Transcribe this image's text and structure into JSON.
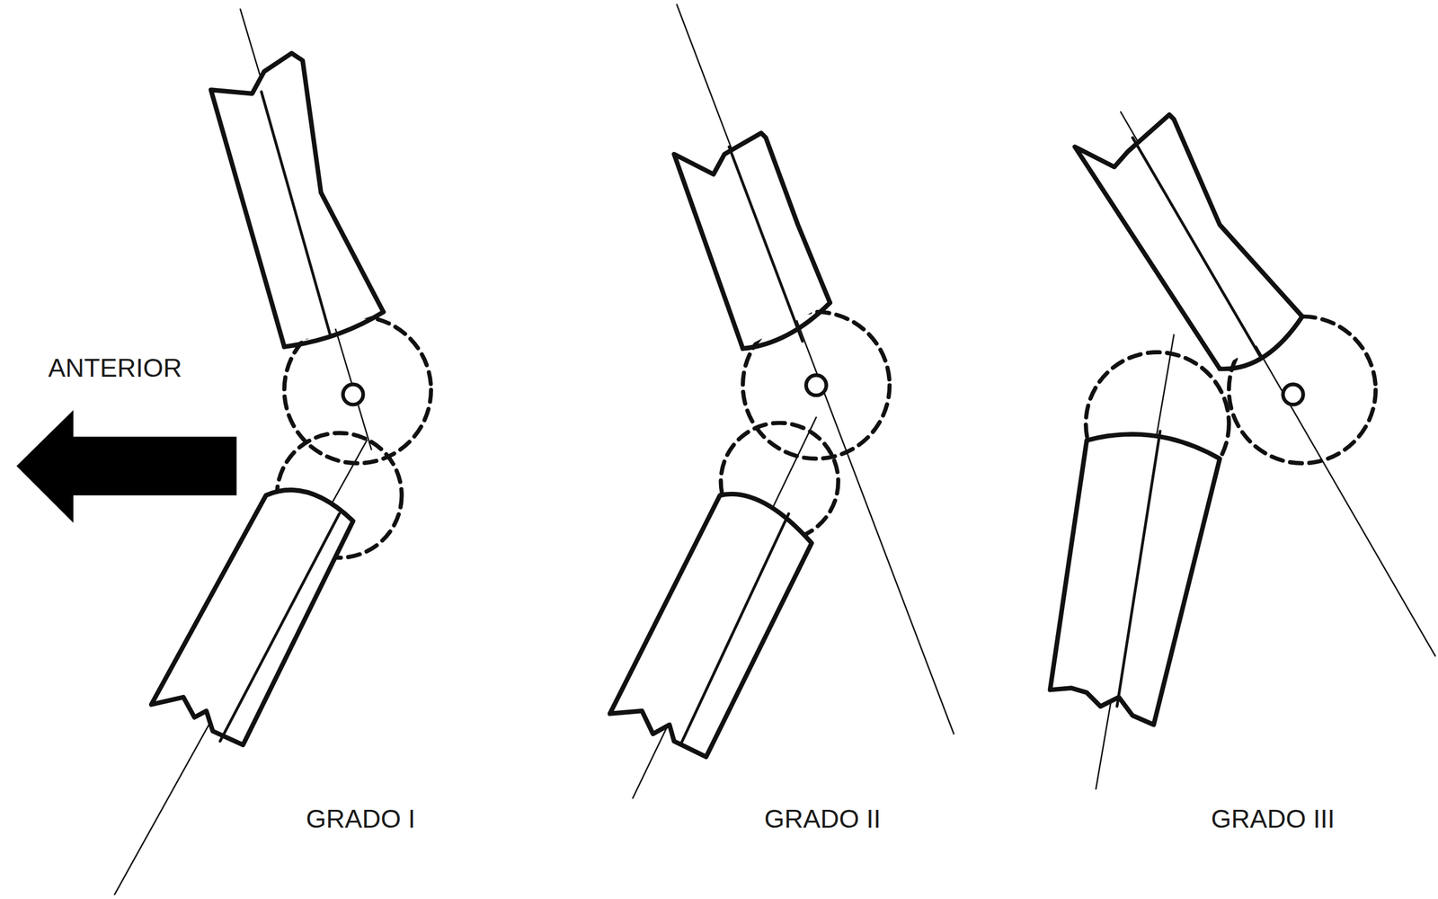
{
  "diagram": {
    "labels": [
      "ANTERIOR",
      "GRADO I",
      "GRADO II",
      "GRADO III"
    ]
  }
}
